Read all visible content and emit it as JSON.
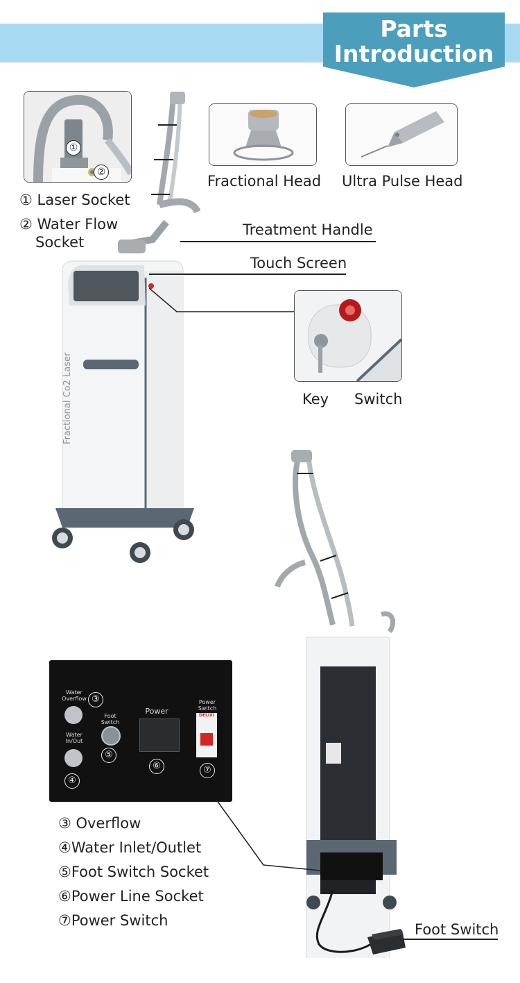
{
  "banner": {
    "line1": "Parts",
    "line2": "Introduction",
    "color": "#4b9fbd",
    "bar_color": "#a7d9f3"
  },
  "insets": {
    "sockets": {
      "badge1": "①",
      "badge2": "②"
    },
    "fractional_head": "Fractional Head",
    "ultra_pulse_head": "Ultra Pulse Head"
  },
  "labels": {
    "laser_socket": "① Laser Socket",
    "water_flow_1": "② Water Flow",
    "water_flow_2": "Socket",
    "treatment_handle": "Treatment Handle",
    "touch_screen": "Touch Screen",
    "key": "Key",
    "switch": "Switch",
    "foot_switch": "Foot Switch"
  },
  "machine": {
    "side_text": "Fractional Co2 Laser"
  },
  "rear_panel": {
    "water_overflow": "Water\nOverflow",
    "water_inout": "Water\nIn/Out",
    "foot_switch": "Foot\nSwitch",
    "power": "Power",
    "power_switch": "Power\nSwitch",
    "brand": "DELIXI",
    "n3": "③",
    "n4": "④",
    "n5": "⑤",
    "n6": "⑥",
    "n7": "⑦"
  },
  "legend": [
    "③ Overflow",
    "④Water Inlet/Outlet",
    "⑤Foot Switch Socket",
    "⑥Power Line Socket",
    "⑦Power Switch"
  ]
}
